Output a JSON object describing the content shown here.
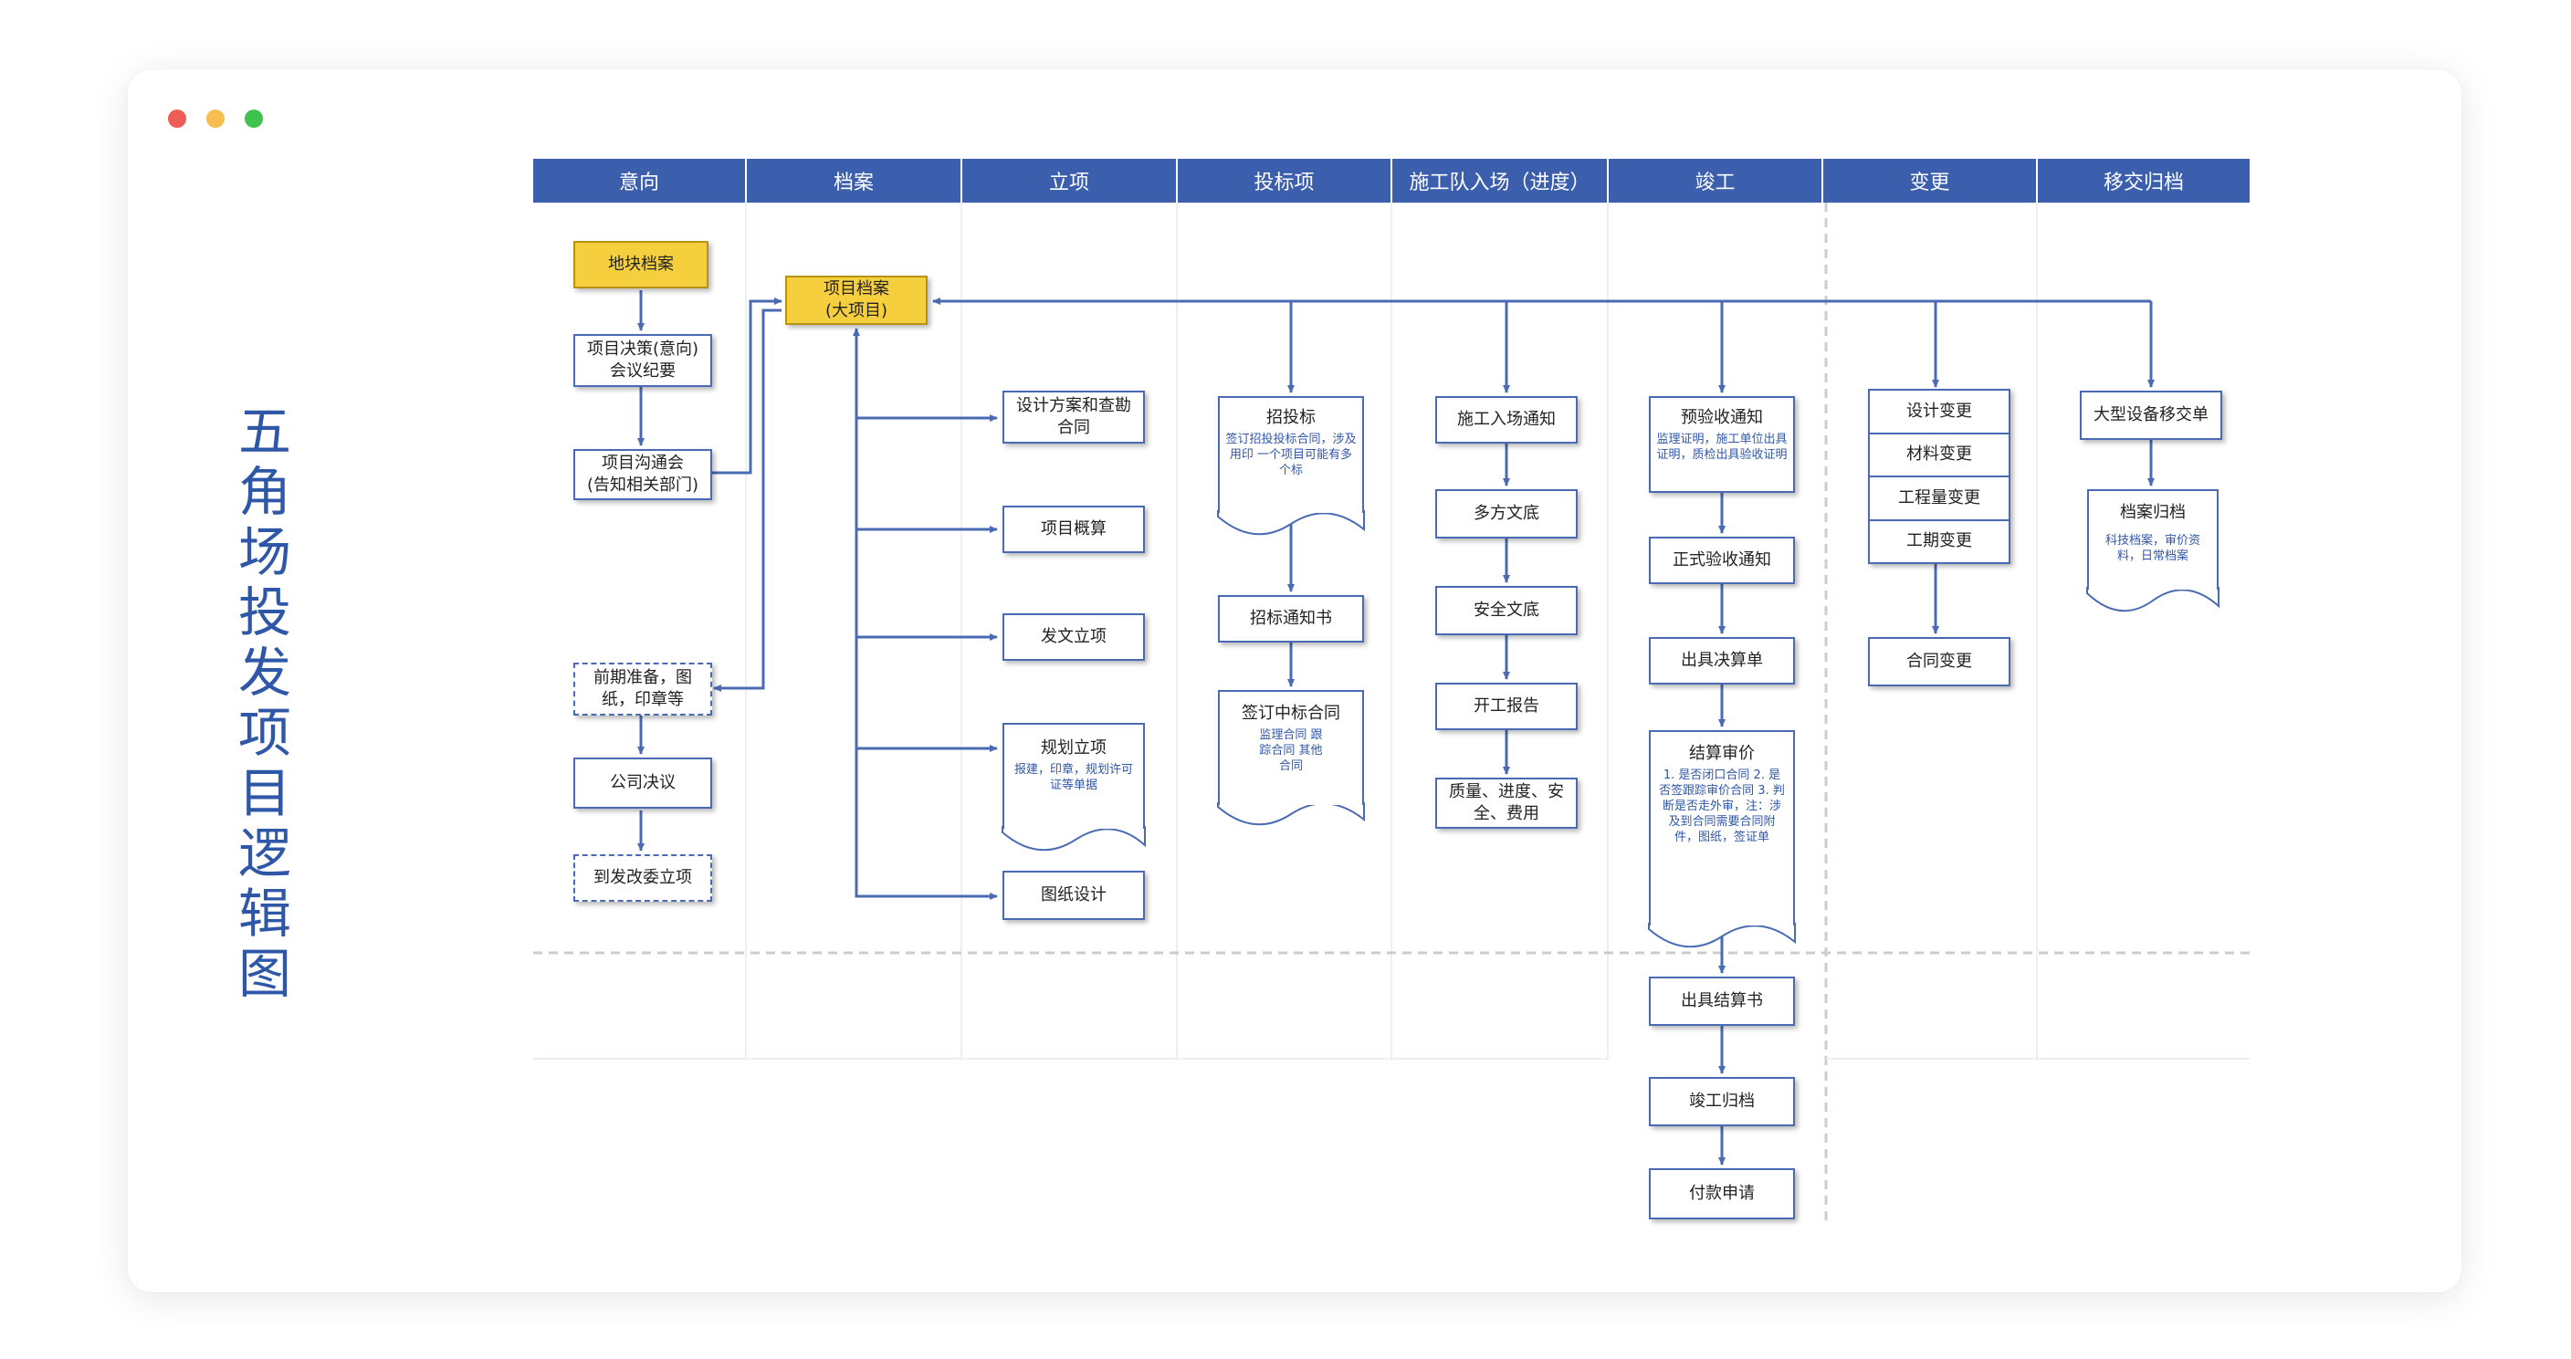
{
  "window": {
    "controls": [
      "close",
      "minimize",
      "maximize"
    ]
  },
  "side_title": [
    "五",
    "角",
    "场",
    "投",
    "发",
    "项",
    "目",
    "逻",
    "辑",
    "图"
  ],
  "columns": [
    "意向",
    "档案",
    "立项",
    "投标项",
    "施工队入场（进度）",
    "竣工",
    "变更",
    "移交归档"
  ],
  "nodes": {
    "dikuai": "地块档案",
    "juece_1": "项目决策(意向)",
    "juece_2": "会议纪要",
    "goutong_1": "项目沟通会",
    "goutong_2": "(告知相关部门)",
    "qianqi_1": "前期准备，图",
    "qianqi_2": "纸，印章等",
    "gongsi": "公司决议",
    "daofagai": "到发改委立项",
    "dangan_1": "项目档案",
    "dangan_2": "(大项目)",
    "sheji_1": "设计方案和查勘",
    "sheji_2": "合同",
    "gaisuan": "项目概算",
    "fawen": "发文立项",
    "guihua": "规划立项",
    "guihua_sub": "报建，印章，规划许可证等单据",
    "tuzhi": "图纸设计",
    "zhaotoubiao": "招投标",
    "zhaotoubiao_sub": "签订招投投标合同，涉及用印 一个项目可能有多个标",
    "tongzhishu": "招标通知书",
    "qianding": "签订中标合同",
    "qianding_sub": "监理合同 跟踪合同 其他合同",
    "rucang": "施工入场通知",
    "duofang": "多方文底",
    "anquan": "安全文底",
    "kaigong": "开工报告",
    "zhiliang_1": "质量、进度、安",
    "zhiliang_2": "全、费用",
    "yuyanshou": "预验收通知",
    "yuyanshou_sub": "监理证明，施工单位出具证明，质检出具验收证明",
    "zhengshi": "正式验收通知",
    "juesuan": "出具决算单",
    "jiesuan": "结算审价",
    "jiesuan_sub": "1. 是否闭口合同 2. 是否签跟踪审价合同 3. 判断是否走外审，注：涉及到合同需要合同附件，图纸，签证单",
    "jiesuanshu": "出具结算书",
    "jungong_guidang": "竣工归档",
    "fukuan": "付款申请",
    "biangeng": [
      "设计变更",
      "材料变更",
      "工程量变更",
      "工期变更"
    ],
    "hetong_biangeng": "合同变更",
    "dashebei": "大型设备移交单",
    "dangan_guidang": "档案归档",
    "dangan_guidang_sub": "科技档案，审价资料，日常档案"
  },
  "colors": {
    "header": "#3b5fad",
    "arrow": "#4a6bb3",
    "highlight": "#f6cf3f",
    "title": "#2f57a8"
  }
}
